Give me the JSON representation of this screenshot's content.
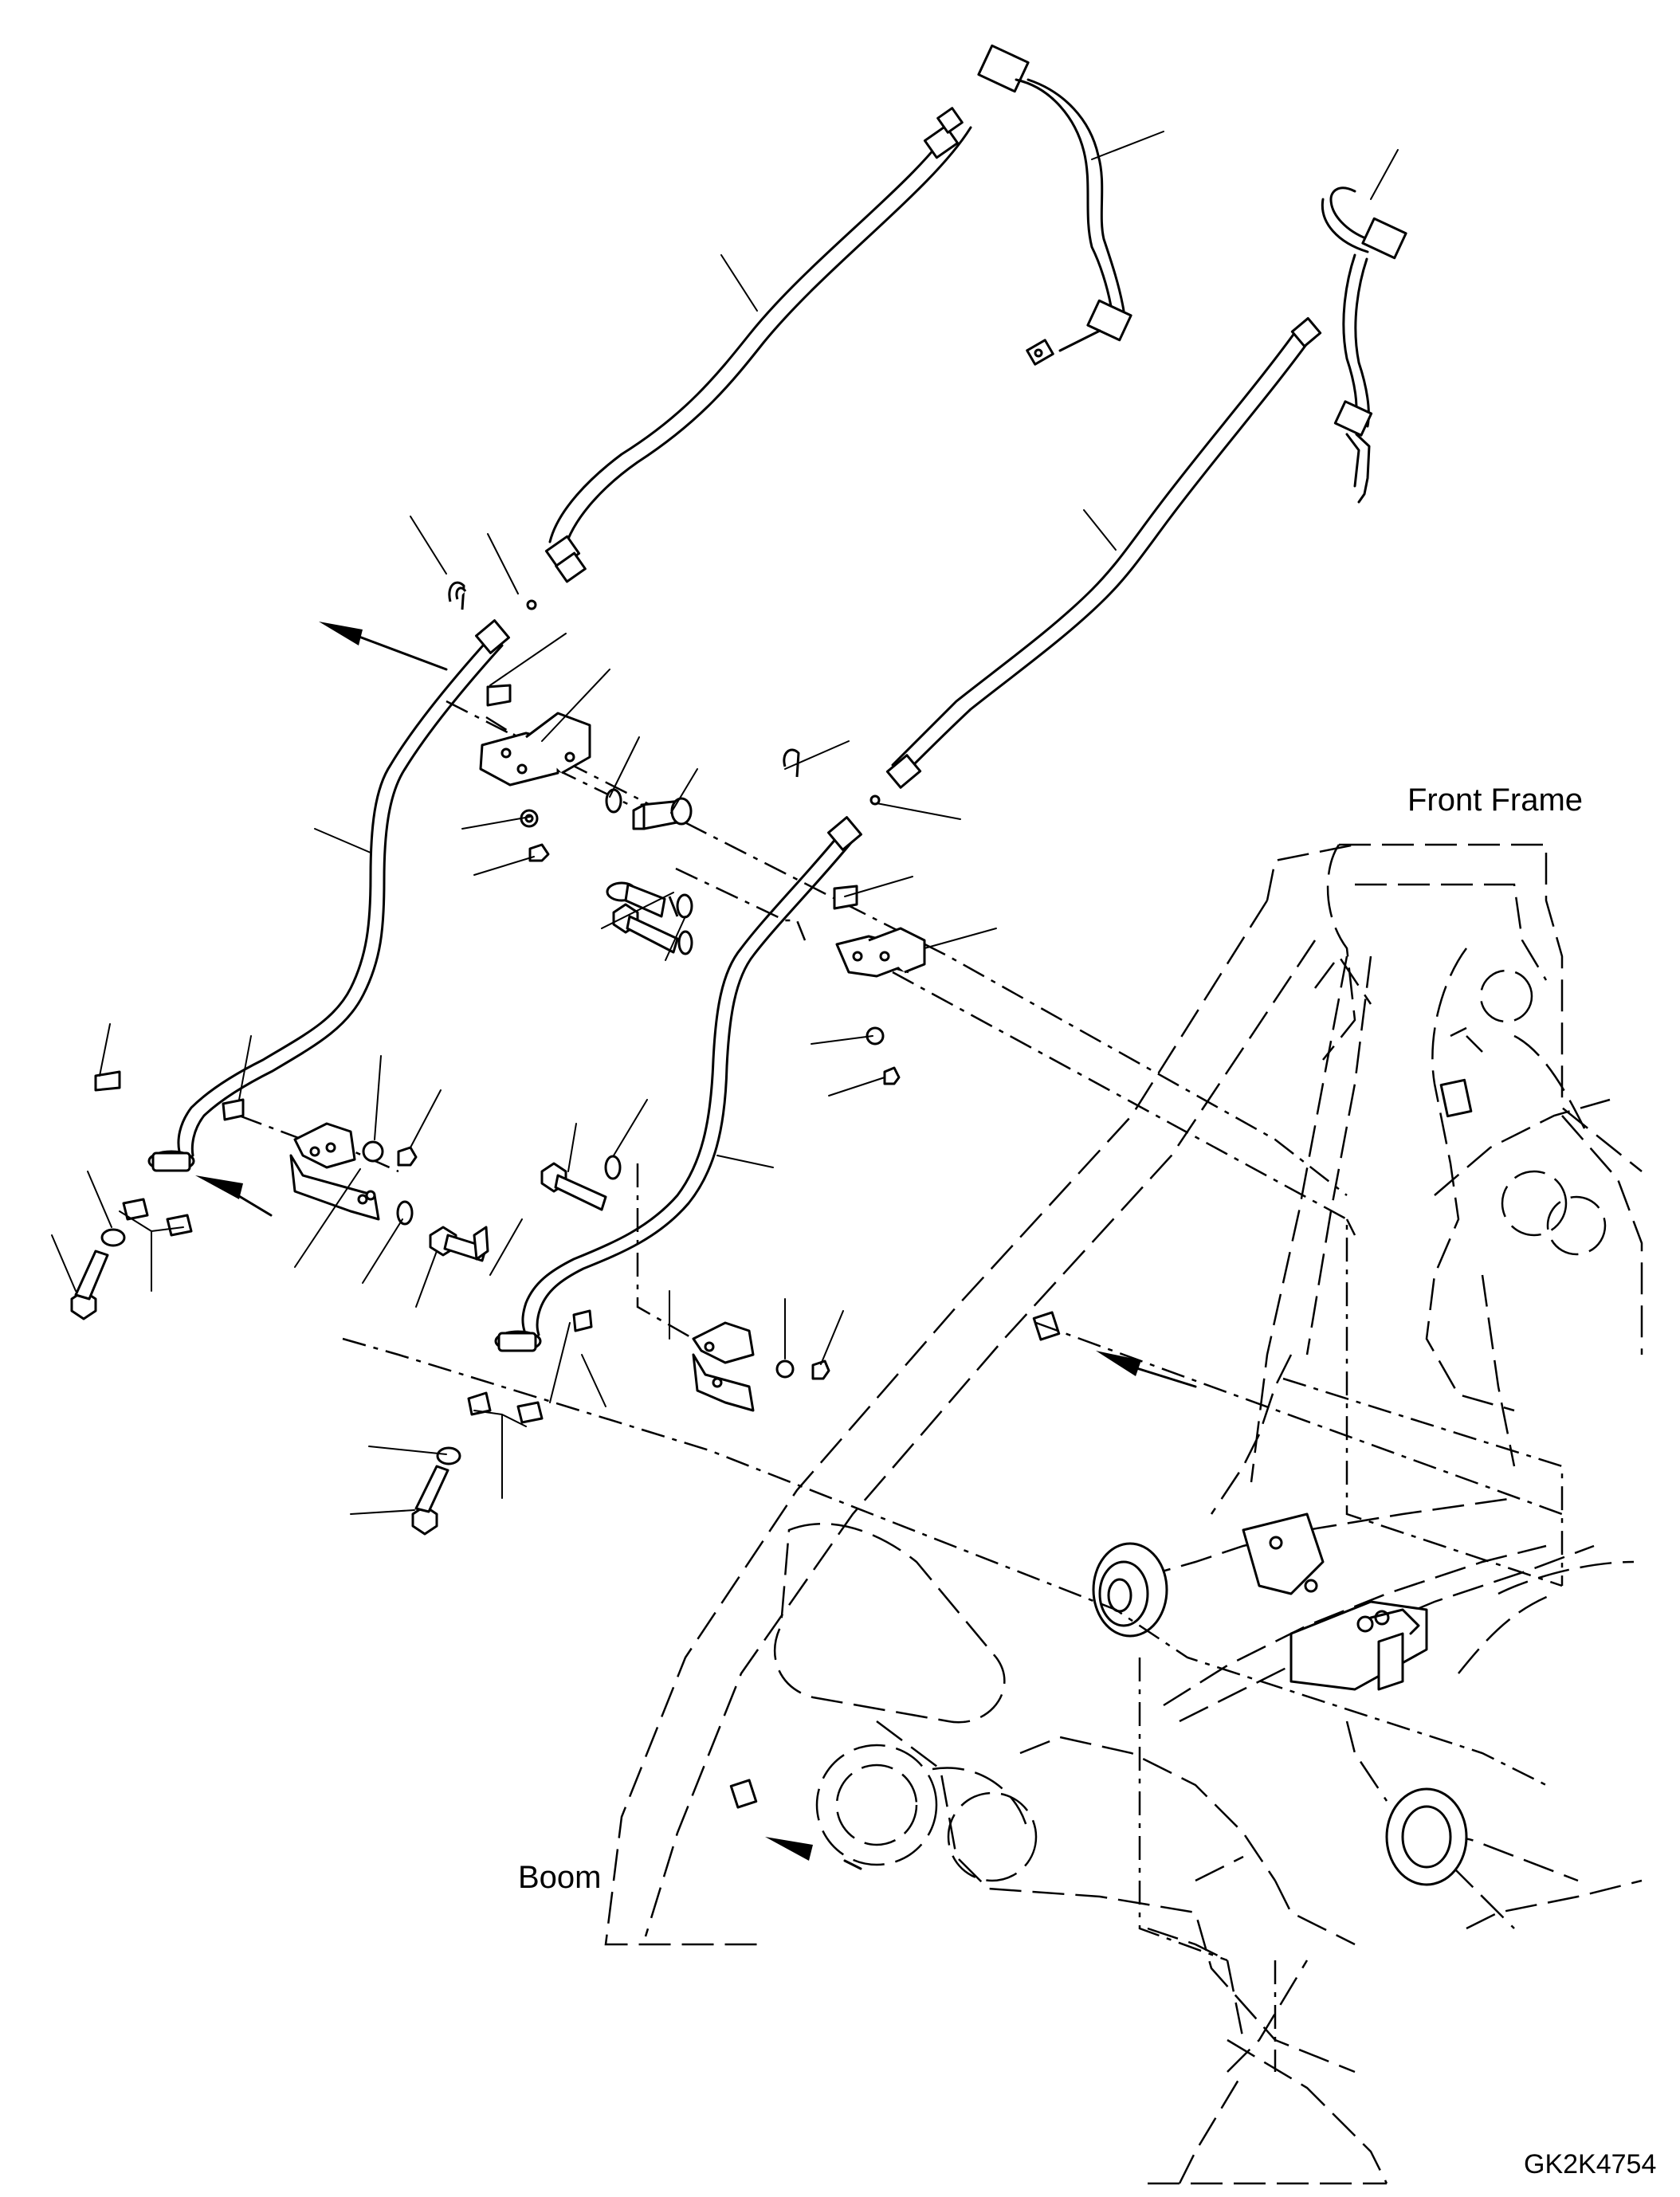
{
  "labels": {
    "front_frame": "Front Frame",
    "boom": "Boom",
    "drawing_code": "GK2K4754"
  }
}
